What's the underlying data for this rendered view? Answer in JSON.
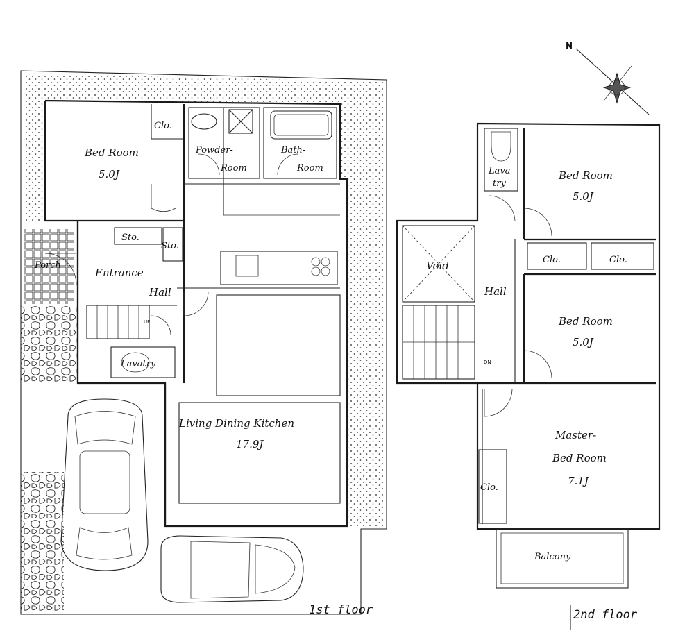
{
  "compass": {
    "north": "N"
  },
  "floor1": {
    "label": "1st floor",
    "rooms": {
      "bedroom": {
        "name": "Bed Room",
        "size": "5.0J"
      },
      "closet": "Clo.",
      "powder_1": "Powder-",
      "powder_2": "Room",
      "bath_1": "Bath-",
      "bath_2": "Room",
      "storage_1": "Sto.",
      "storage_2": "Sto.",
      "porch": "Porch",
      "entrance": "Entrance",
      "hall": "Hall",
      "lavatory": "Lavatry",
      "ldk": {
        "name": "Living Dining Kitchen",
        "size": "17.9J"
      },
      "up_mark": "UP"
    }
  },
  "floor2": {
    "label": "2nd floor",
    "rooms": {
      "lavatory_1": "Lava",
      "lavatory_2": "try",
      "bedroom_a": {
        "name": "Bed Room",
        "size": "5.0J"
      },
      "closet_a": "Clo.",
      "closet_b": "Clo.",
      "void": "Void",
      "hall": "Hall",
      "bedroom_b": {
        "name": "Bed Room",
        "size": "5.0J"
      },
      "master_1": "Master-",
      "master_2": "Bed Room",
      "master_size": "7.1J",
      "closet_c": "Clo.",
      "balcony": "Balcony",
      "down_mark": "DN"
    }
  }
}
